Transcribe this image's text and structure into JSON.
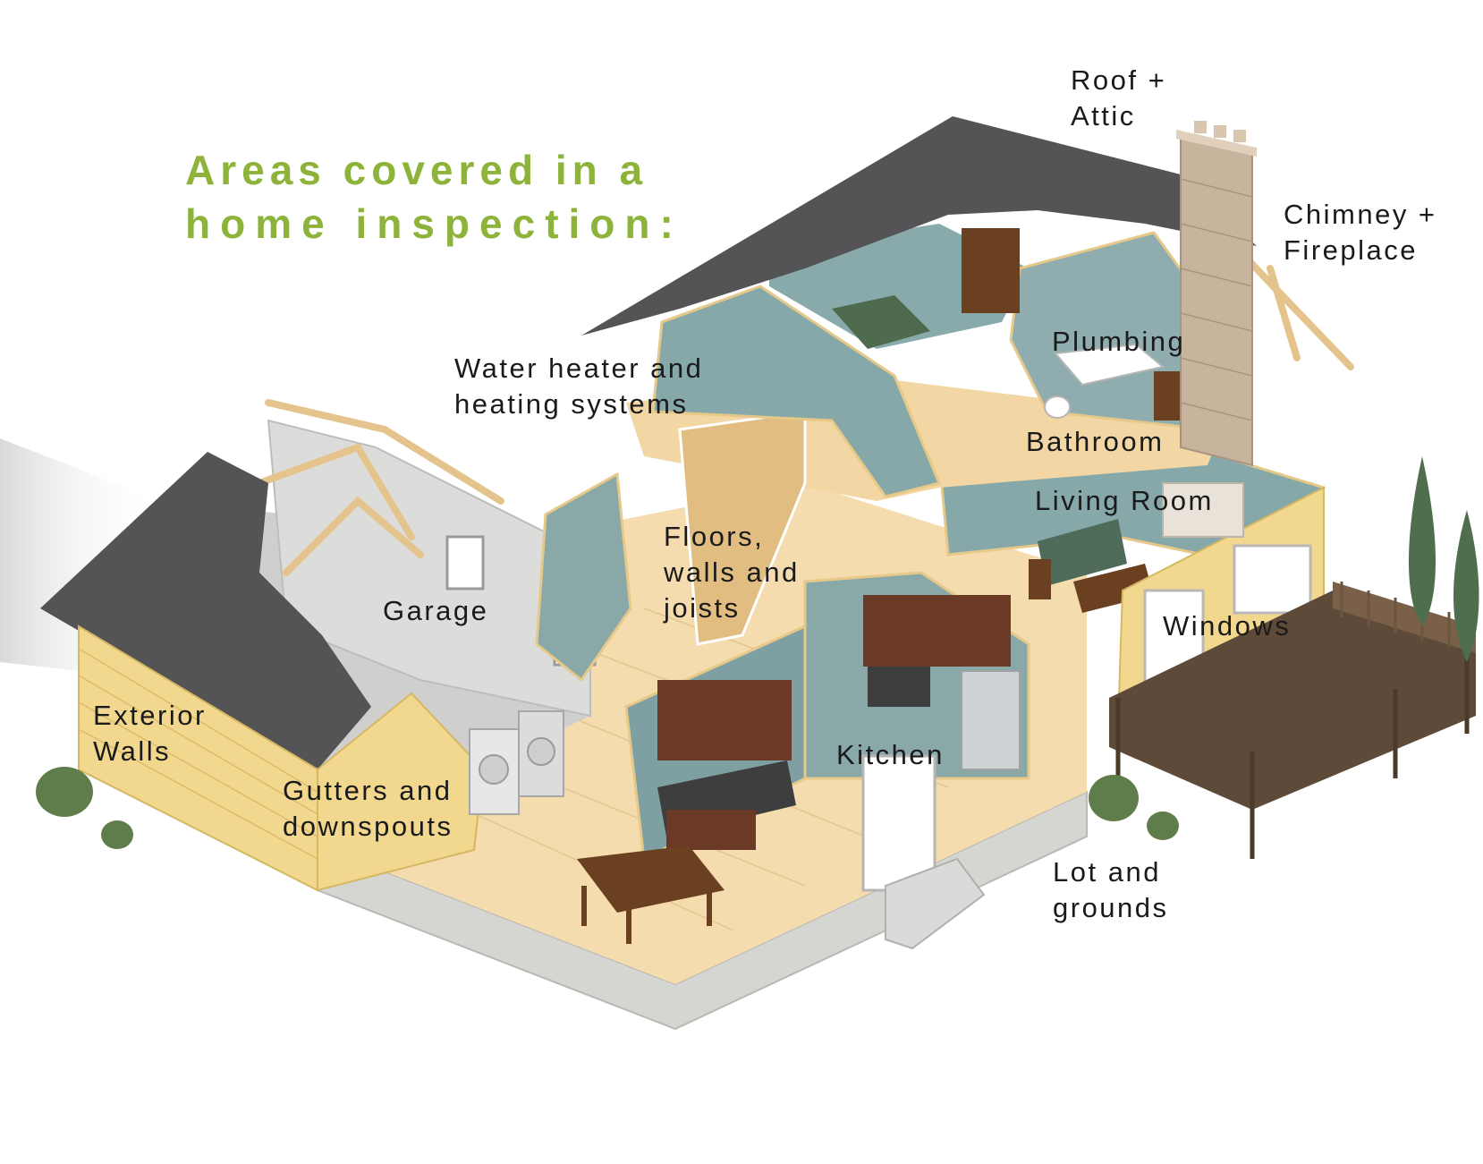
{
  "title": {
    "line1": "Areas covered in a",
    "line2": "home inspection:"
  },
  "labels": {
    "roof": {
      "line1": "Roof +",
      "line2": "Attic"
    },
    "chimney": {
      "line1": "Chimney +",
      "line2": "Fireplace"
    },
    "water": {
      "line1": "Water heater and",
      "line2": "heating systems"
    },
    "plumbing": {
      "line1": "Plumbing"
    },
    "bathroom": {
      "line1": "Bathroom"
    },
    "living": {
      "line1": "Living Room"
    },
    "floors": {
      "line1": "Floors,",
      "line2": "walls and",
      "line3": "joists"
    },
    "garage": {
      "line1": "Garage"
    },
    "windows": {
      "line1": "Windows"
    },
    "exterior": {
      "line1": "Exterior",
      "line2": "Walls"
    },
    "kitchen": {
      "line1": "Kitchen"
    },
    "gutters": {
      "line1": "Gutters and",
      "line2": "downspouts"
    },
    "lot": {
      "line1": "Lot and",
      "line2": "grounds"
    }
  },
  "colors": {
    "title_green": "#8db33a",
    "roof": "#545456",
    "siding": "#f2d88e",
    "floor": "#f4dcae",
    "interior_wall": "#8aa8a8",
    "cabinet": "#6b3a26",
    "deck": "#5e4a38",
    "foundation": "#d5d5d2",
    "shrub": "#5f7d4b"
  }
}
